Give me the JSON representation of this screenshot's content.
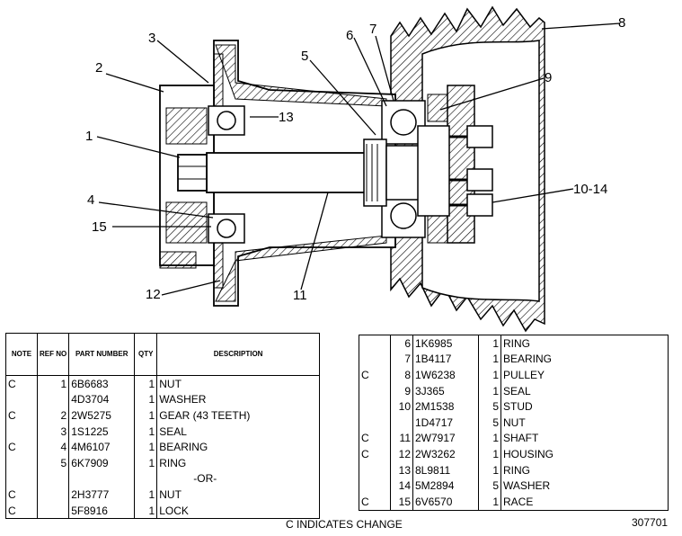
{
  "callouts": [
    "1",
    "2",
    "3",
    "4",
    "5",
    "6",
    "7",
    "8",
    "9",
    "10-14",
    "11",
    "12",
    "13",
    "15"
  ],
  "left_table": {
    "headers": [
      "NOTE",
      "REF NO",
      "PART NUMBER",
      "QTY",
      "DESCRIPTION"
    ],
    "rows": [
      [
        "C",
        "1",
        "6B6683",
        "1",
        "NUT"
      ],
      [
        "",
        "",
        "4D3704",
        "1",
        "WASHER"
      ],
      [
        "C",
        "2",
        "2W5275",
        "1",
        "GEAR (43 TEETH)"
      ],
      [
        "",
        "3",
        "1S1225",
        "1",
        "SEAL"
      ],
      [
        "C",
        "4",
        "4M6107",
        "1",
        "BEARING"
      ],
      [
        "",
        "5",
        "6K7909",
        "1",
        "RING"
      ],
      [
        "",
        "",
        "",
        "",
        "-OR-"
      ],
      [
        "C",
        "",
        "2H3777",
        "1",
        "NUT"
      ],
      [
        "C",
        "",
        "5F8916",
        "1",
        "LOCK"
      ]
    ]
  },
  "right_table": {
    "rows": [
      [
        "",
        "6",
        "1K6985",
        "1",
        "RING"
      ],
      [
        "",
        "7",
        "1B4117",
        "1",
        "BEARING"
      ],
      [
        "C",
        "8",
        "1W6238",
        "1",
        "PULLEY"
      ],
      [
        "",
        "9",
        "3J365",
        "1",
        "SEAL"
      ],
      [
        "",
        "10",
        "2M1538",
        "5",
        "STUD"
      ],
      [
        "",
        "",
        "1D4717",
        "5",
        "NUT"
      ],
      [
        "C",
        "11",
        "2W7917",
        "1",
        "SHAFT"
      ],
      [
        "C",
        "12",
        "2W3262",
        "1",
        "HOUSING"
      ],
      [
        "",
        "13",
        "8L9811",
        "1",
        "RING"
      ],
      [
        "",
        "14",
        "5M2894",
        "5",
        "WASHER"
      ],
      [
        "C",
        "15",
        "6V6570",
        "1",
        "RACE"
      ]
    ]
  },
  "footer": {
    "note": "C    INDICATES CHANGE",
    "id": "307701"
  }
}
